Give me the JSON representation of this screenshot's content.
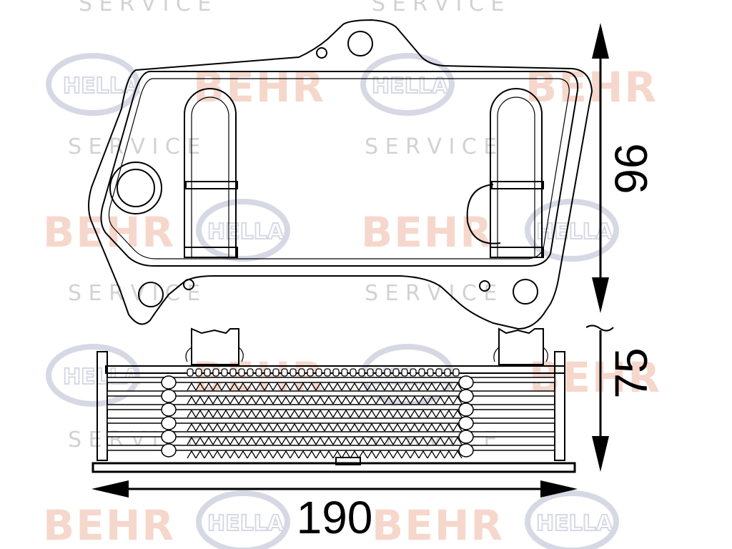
{
  "watermark": {
    "brand_behr": "BEHR",
    "brand_hella": "HELLA",
    "service": "S E R V I C E"
  },
  "dimensions": {
    "height_top": "96",
    "height_side": "75",
    "width": "190"
  }
}
